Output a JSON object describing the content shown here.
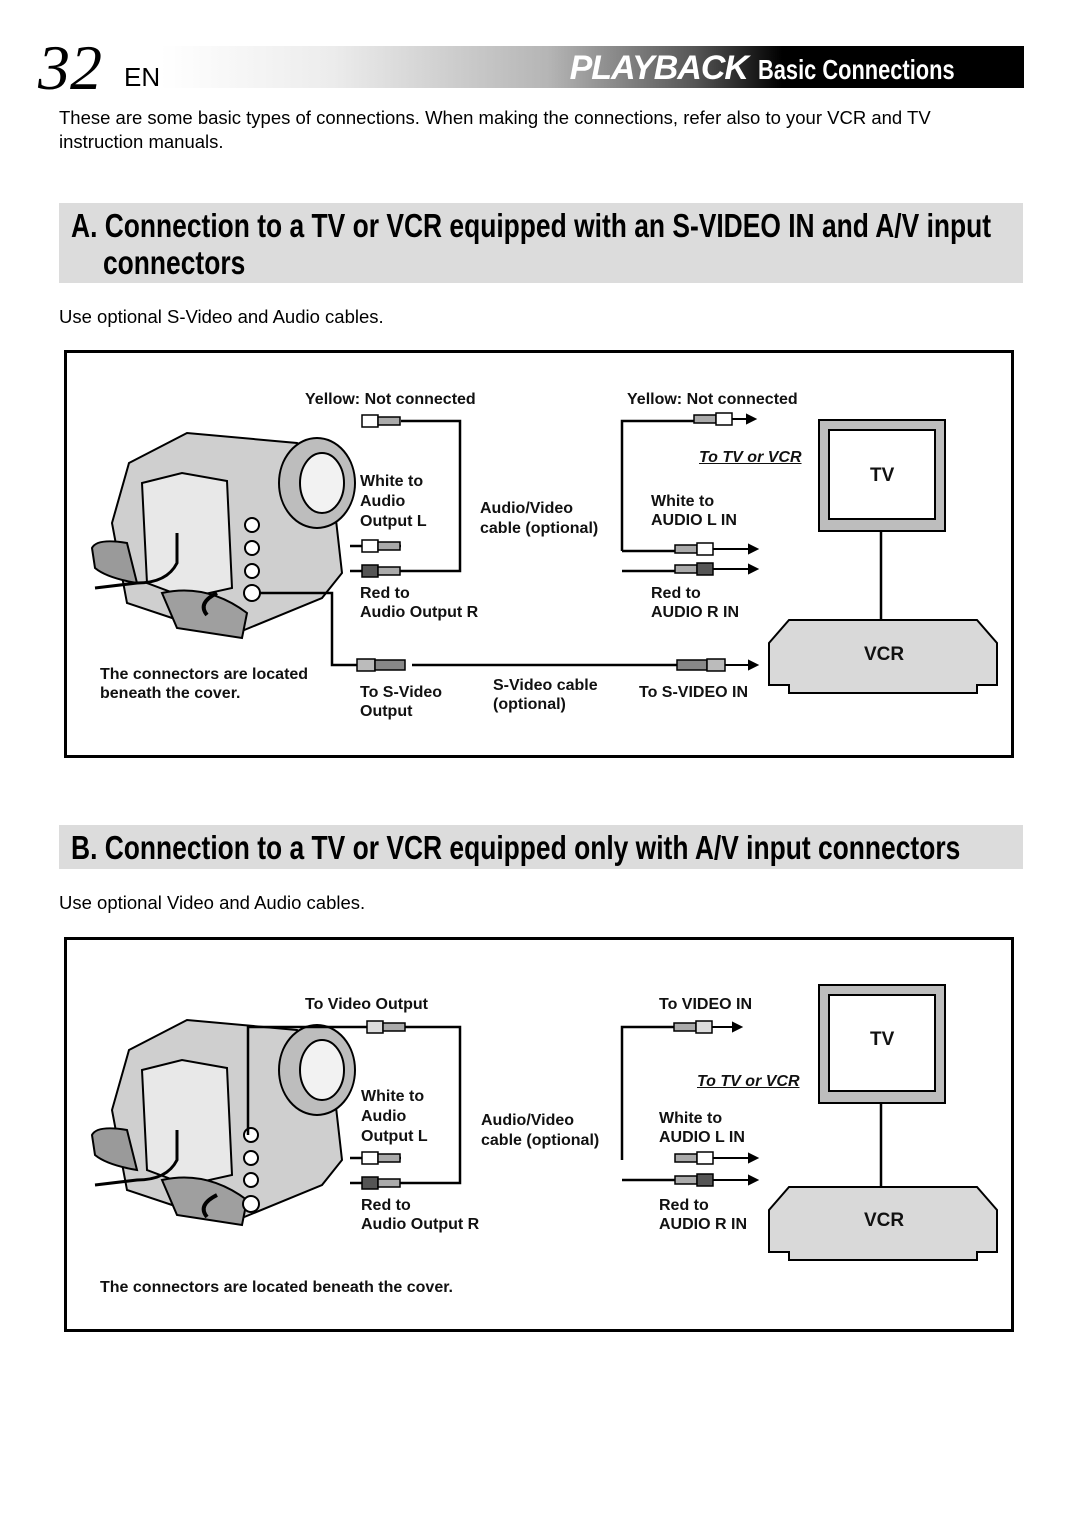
{
  "header": {
    "page_number": "32",
    "language": "EN",
    "section": "PLAYBACK",
    "topic": "Basic Connections"
  },
  "intro": "These are some basic types of connections. When making the connections, refer also to your VCR and TV instruction manuals.",
  "section_a": {
    "title_line1": "A. Connection to a TV or VCR equipped with an S-VIDEO IN and A/V input",
    "title_line2": "connectors",
    "note": "Use optional S-Video and Audio cables.",
    "labels": {
      "yellow_left": "Yellow: Not connected",
      "yellow_right": "Yellow: Not connected",
      "to_tv_or_vcr": "To TV or VCR",
      "white_to_line1": "White to",
      "white_to_line2": "Audio",
      "white_to_line3": "Output L",
      "av_cable_line1": "Audio/Video",
      "av_cable_line2": "cable (optional)",
      "white_to_right_line1": "White to",
      "white_to_right_line2": "AUDIO L IN",
      "red_to_line1": "Red to",
      "red_to_line2": "Audio Output R",
      "red_to_right_line1": "Red to",
      "red_to_right_line2": "AUDIO R IN",
      "connectors_line1": "The connectors are located",
      "connectors_line2": "beneath the cover.",
      "to_svideo_out_line1": "To S-Video",
      "to_svideo_out_line2": "Output",
      "svideo_cable_line1": "S-Video cable",
      "svideo_cable_line2": "(optional)",
      "to_svideo_in": "To S-VIDEO IN",
      "tv": "TV",
      "vcr": "VCR"
    }
  },
  "section_b": {
    "title": "B. Connection to a TV or VCR equipped only with A/V input connectors",
    "note": "Use optional Video and Audio cables.",
    "labels": {
      "to_video_output": "To Video Output",
      "to_video_in": "To VIDEO IN",
      "to_tv_or_vcr": "To TV or VCR",
      "white_to_line1": "White to",
      "white_to_line2": "Audio",
      "white_to_line3": "Output L",
      "av_cable_line1": "Audio/Video",
      "av_cable_line2": "cable (optional)",
      "white_to_right_line1": "White to",
      "white_to_right_line2": "AUDIO L IN",
      "red_to_line1": "Red to",
      "red_to_line2": "Audio Output R",
      "red_to_right_line1": "Red to",
      "red_to_right_line2": "AUDIO R IN",
      "connectors": "The connectors are located beneath the cover.",
      "tv": "TV",
      "vcr": "VCR"
    }
  }
}
